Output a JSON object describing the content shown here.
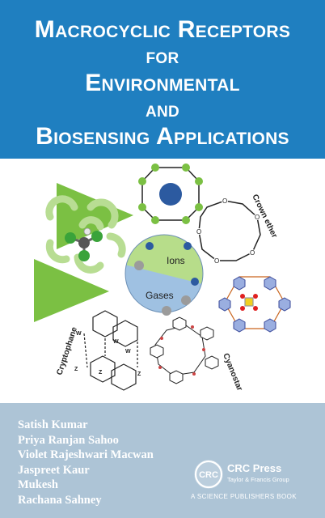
{
  "title": {
    "line1": "Macrocyclic Receptors",
    "line2": "for",
    "line3": "Environmental",
    "line4": "and",
    "line5": "Biosensing Applications"
  },
  "illustration": {
    "labels": {
      "ions": "Ions",
      "gases": "Gases",
      "crown_ether": "Crown ether",
      "cryptophane": "Cryptophane",
      "cyanostar": "Cyanostar"
    },
    "colors": {
      "green": "#7bc043",
      "blue": "#2c5aa0",
      "sky": "#9fc1e2",
      "grey": "#9b9b9b",
      "orange": "#c9651f"
    }
  },
  "authors": [
    "Satish Kumar",
    "Priya Ranjan Sahoo",
    "Violet Rajeshwari Macwan",
    "Jaspreet Kaur",
    "Mukesh",
    "Rachana Sahney"
  ],
  "publisher": {
    "logo_text": "CRC",
    "name": "CRC Press",
    "group": "Taylor & Francis Group",
    "imprint": "A SCIENCE PUBLISHERS BOOK"
  },
  "colors": {
    "title_band": "#1f7fc0",
    "authors_band": "#adc4d6",
    "text": "#ffffff"
  }
}
